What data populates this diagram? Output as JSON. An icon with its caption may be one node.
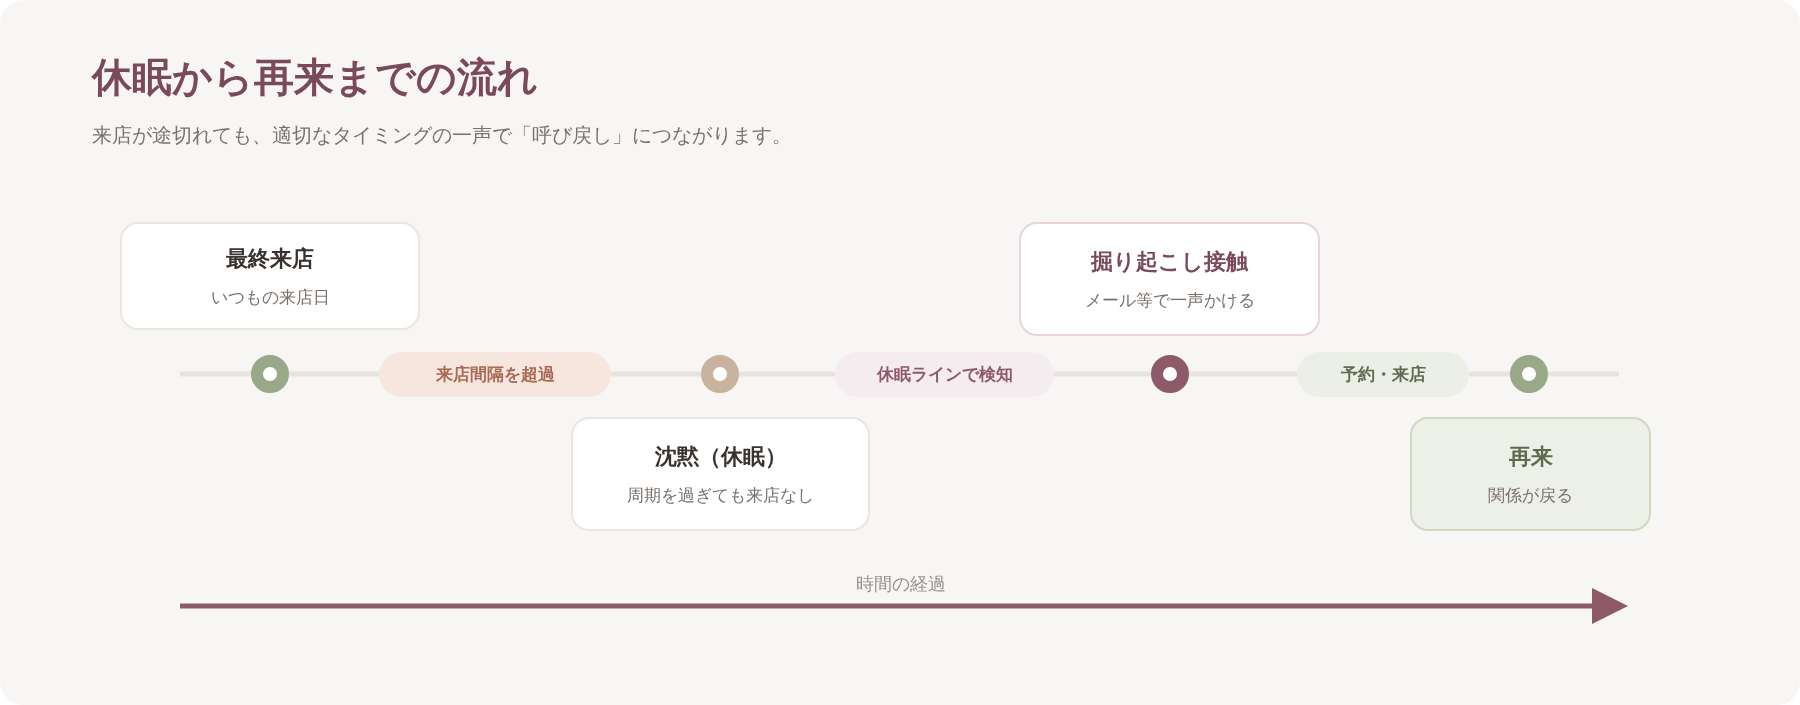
{
  "diagram": {
    "title": "休眠から再来までの流れ",
    "nodes": [
      {
        "text": [
          "最終来店",
          "いつもの来店日"
        ]
      },
      {
        "text": [
          "掘り起こし接触",
          "メール等で一声かける"
        ]
      },
      {
        "text": [],
        "shape": "circle"
      },
      {
        "text": [
          "来店間隔を超過"
        ]
      },
      {
        "text": [],
        "shape": "circle"
      },
      {
        "text": [
          "休眠ラインで検知"
        ]
      },
      {
        "text": [],
        "shape": "circle"
      },
      {
        "text": [
          "予約・来店"
        ]
      },
      {
        "text": [],
        "shape": "circle"
      },
      {
        "text": [
          "沈黙（休眠）",
          "周期を過ぎても来店なし"
        ]
      },
      {
        "text": [
          "再来",
          "関係が戻る"
        ]
      }
    ],
    "edges": [
      {
        "from": 2,
        "to": 3,
        "arrow": "none"
      },
      {
        "from": 3,
        "to": 4,
        "arrow": "none"
      },
      {
        "from": 4,
        "to": 5,
        "arrow": "none"
      },
      {
        "from": 5,
        "to": 6,
        "arrow": "none"
      },
      {
        "from": 6,
        "to": 7,
        "arrow": "none"
      },
      {
        "from": 7,
        "to": 8,
        "arrow": "none"
      }
    ],
    "labels": [
      "来店が途切れても、適切なタイミングの一声で「呼び戻し」につながります。",
      "時間の経過"
    ]
  }
}
